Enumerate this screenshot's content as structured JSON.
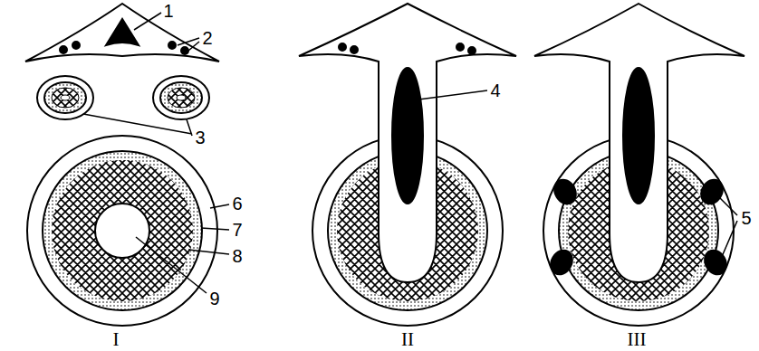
{
  "diagram": {
    "labels": [
      "1",
      "2",
      "3",
      "4",
      "5",
      "6",
      "7",
      "8",
      "9",
      "I",
      "II",
      "III"
    ]
  }
}
